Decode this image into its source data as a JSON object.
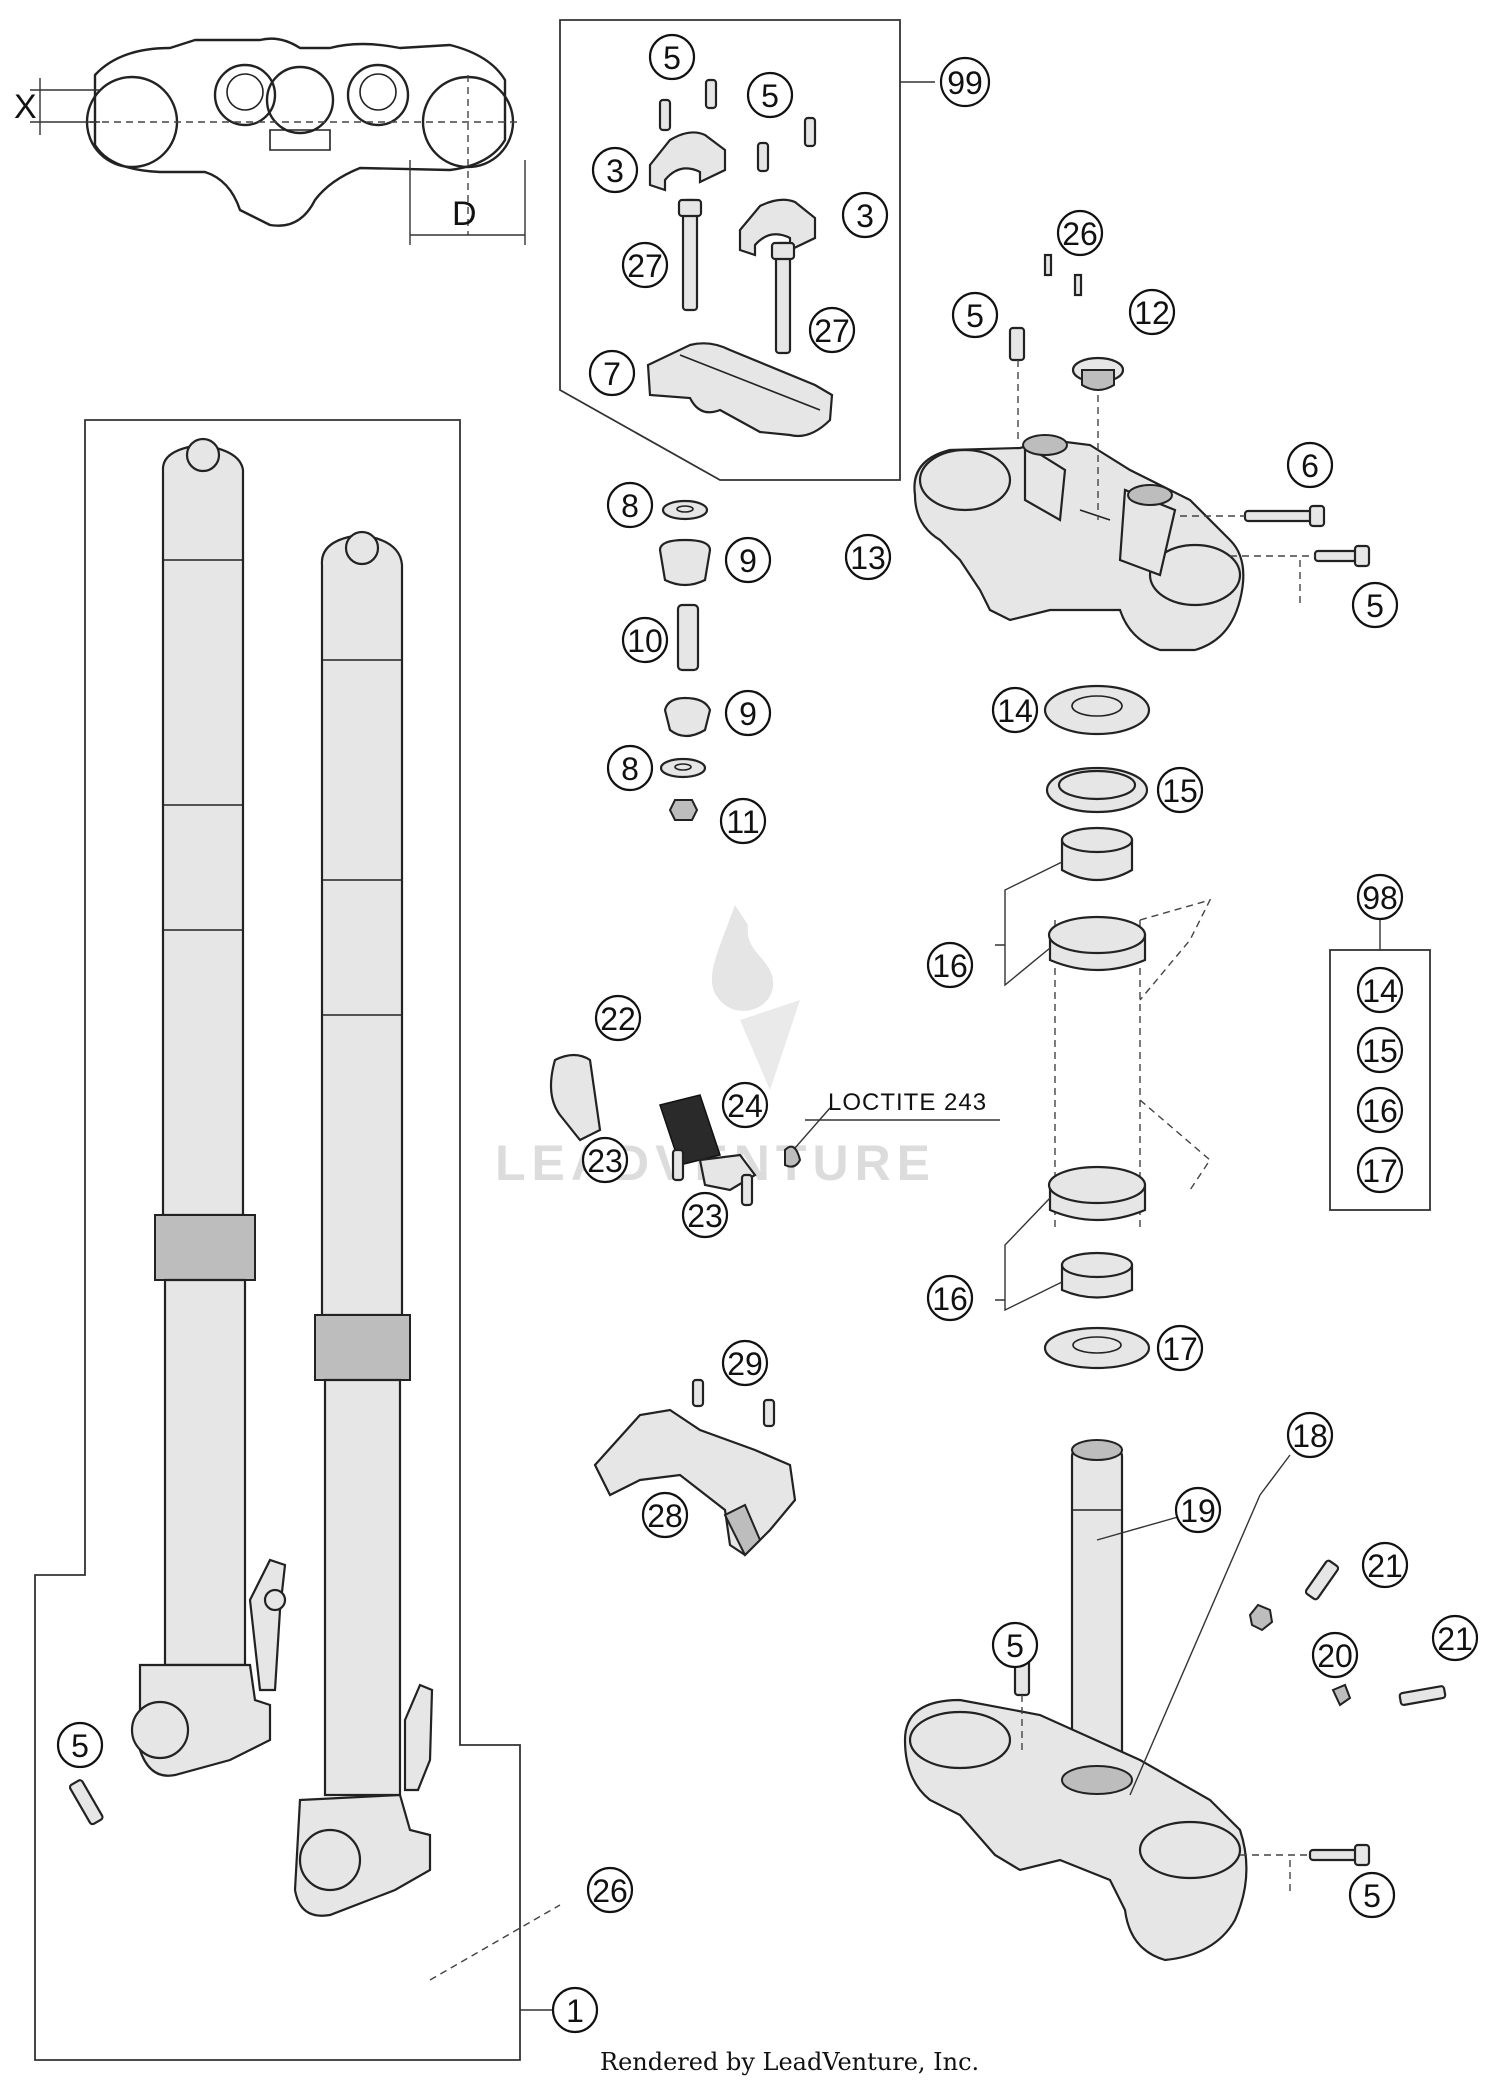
{
  "dimensions": {
    "x_label": "X",
    "d_label": "D"
  },
  "callouts": {
    "c1": "1",
    "c3a": "3",
    "c3b": "3",
    "c5_a": "5",
    "c5_b": "5",
    "c5_c": "5",
    "c5_d": "5",
    "c5_e": "5",
    "c5_f": "5",
    "c5_g": "5",
    "c6": "6",
    "c7": "7",
    "c8a": "8",
    "c8b": "8",
    "c9a": "9",
    "c9b": "9",
    "c10": "10",
    "c11": "11",
    "c12": "12",
    "c13": "13",
    "c14": "14",
    "c15": "15",
    "c16a": "16",
    "c16b": "16",
    "c17": "17",
    "c18": "18",
    "c19": "19",
    "c20": "20",
    "c21a": "21",
    "c21b": "21",
    "c22": "22",
    "c23a": "23",
    "c23b": "23",
    "c24": "24",
    "c26a": "26",
    "c26b": "26",
    "c27a": "27",
    "c27b": "27",
    "c28": "28",
    "c29": "29",
    "c99": "99",
    "c98": "98"
  },
  "kit98": [
    "14",
    "15",
    "16",
    "17"
  ],
  "note": "LOCTITE 243",
  "watermark": "LEADVENTURE",
  "footer": "Rendered by LeadVenture, Inc."
}
